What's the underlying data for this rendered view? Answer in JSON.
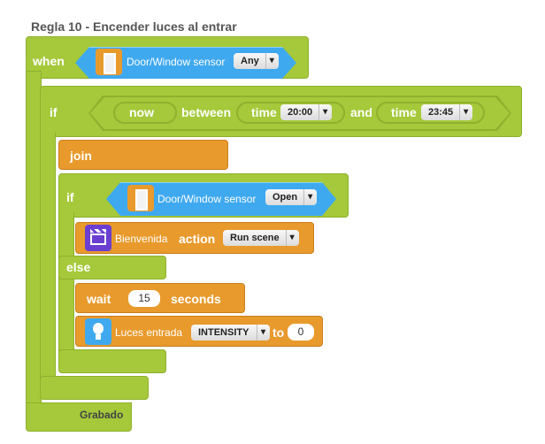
{
  "title": "Regla 10 - Encender luces al entrar",
  "when": {
    "label": "when",
    "sensor": "Door/Window sensor",
    "state": "Any"
  },
  "if1": {
    "label": "if",
    "now": "now",
    "between": "between",
    "time_label1": "time",
    "time1": "20:00",
    "and": "and",
    "time_label2": "time",
    "time2": "23:45"
  },
  "join": {
    "label": "join"
  },
  "if2": {
    "label": "if",
    "sensor": "Door/Window sensor",
    "state": "Open"
  },
  "scene": {
    "name": "Bienvenida",
    "action_label": "action",
    "action": "Run scene"
  },
  "else": {
    "label": "else"
  },
  "wait": {
    "label": "wait",
    "value": "15",
    "unit": "seconds"
  },
  "light": {
    "name": "Luces entrada",
    "property": "INTENSITY",
    "to": "to",
    "value": "0"
  },
  "footer": {
    "status": "Grabado"
  }
}
